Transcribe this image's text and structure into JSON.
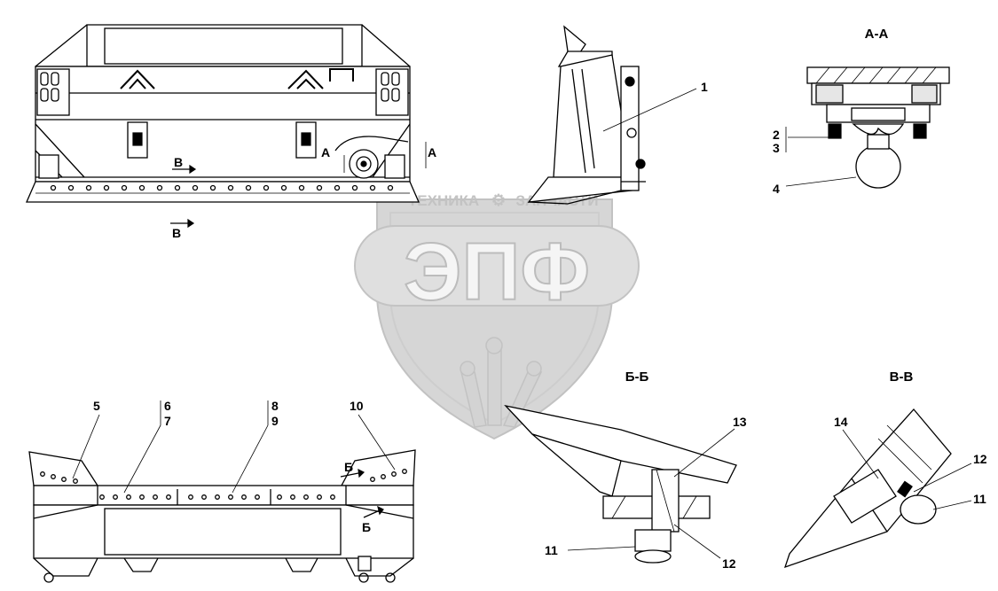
{
  "watermark": {
    "logo_text": "ЭПФ",
    "banner_left": "ТЕХНИКА",
    "banner_right": "ЗАПЧАСТИ"
  },
  "sections": {
    "aa": "А-А",
    "bb": "Б-Б",
    "vv": "В-В"
  },
  "markers": {
    "a": "А",
    "b": "Б",
    "v": "В"
  },
  "callouts": [
    "1",
    "2",
    "3",
    "4",
    "5",
    "6",
    "7",
    "8",
    "9",
    "10",
    "11",
    "12",
    "13",
    "14"
  ]
}
